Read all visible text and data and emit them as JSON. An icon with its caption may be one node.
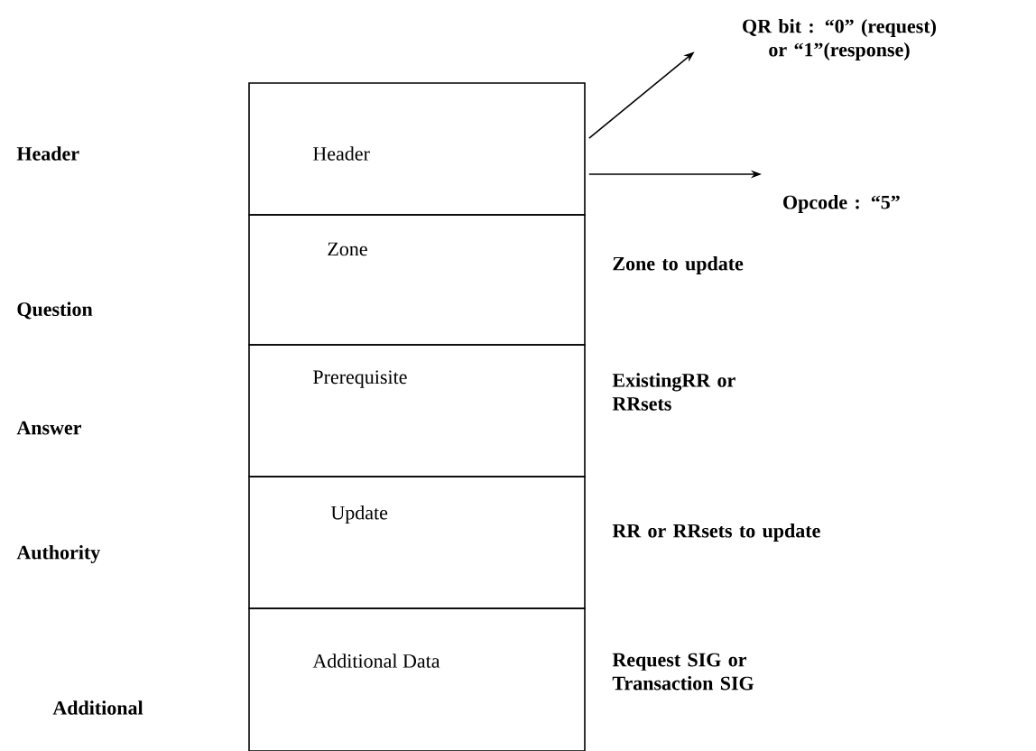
{
  "diagram": {
    "nodes": [
      {
        "text": [
          "Header"
        ]
      },
      {
        "text": [
          "Zone"
        ]
      },
      {
        "text": [
          "Prerequisite"
        ]
      },
      {
        "text": [
          "Update"
        ]
      },
      {
        "text": [
          "Additional Data"
        ]
      },
      {
        "text": [
          "QR bit : “0” (request) or “1”(response)"
        ]
      },
      {
        "text": [
          "Opcode : “5”"
        ]
      }
    ],
    "edges": [
      {
        "from": 0,
        "to": 5,
        "arrow": "to"
      },
      {
        "from": 0,
        "to": 6,
        "arrow": "to"
      }
    ],
    "labels": [
      "Header",
      "Question",
      "Answer",
      "Authority",
      "Additional",
      "Zone to update",
      "ExistingRR or RRsets",
      "RR or RRsets to update",
      "Request SIG or Transaction SIG"
    ]
  }
}
